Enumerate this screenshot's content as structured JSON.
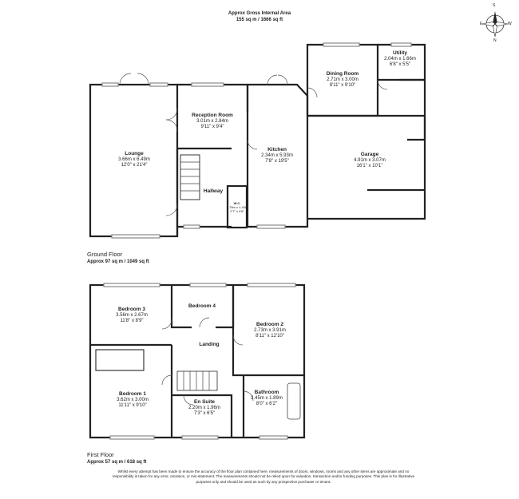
{
  "header": {
    "line1": "Approx Gross Internal Area",
    "line2": "155 sq m / 1666 sq ft"
  },
  "compass": {
    "n": "N",
    "s": "S",
    "e": "E",
    "w": "W"
  },
  "ground_floor": {
    "label": "Ground Floor",
    "area": "Approx 97 sq m / 1049 sq ft",
    "rooms": [
      {
        "name": "Lounge",
        "metric": "3.66m x 6.49m",
        "imperial": "12'0\" x 21'4\""
      },
      {
        "name": "Reception Room",
        "metric": "3.01m x 2.84m",
        "imperial": "9'11\" x 9'4\""
      },
      {
        "name": "Kitchen",
        "metric": "2.34m x 5.93m",
        "imperial": "7'8\" x 19'5\""
      },
      {
        "name": "Dining Room",
        "metric": "2.71m x 3.00m",
        "imperial": "8'11\" x 9'10\""
      },
      {
        "name": "Utility",
        "metric": "2.04m x 1.66m",
        "imperial": "6'8\" x 5'5\""
      },
      {
        "name": "Garage",
        "metric": "4.91m x 3.07m",
        "imperial": "16'1\" x 10'1\""
      },
      {
        "name": "Hallway",
        "metric": "",
        "imperial": ""
      },
      {
        "name": "W.C.",
        "metric": "0.78m x 1.43m",
        "imperial": "2'7\" x 4'8\""
      }
    ]
  },
  "first_floor": {
    "label": "First Floor",
    "area": "Approx 57 sq m / 618 sq ft",
    "rooms": [
      {
        "name": "Bedroom 3",
        "metric": "3.56m x 2.67m",
        "imperial": "11'8\" x 8'9\""
      },
      {
        "name": "Bedroom 4",
        "metric": "",
        "imperial": ""
      },
      {
        "name": "Bedroom 2",
        "metric": "2.73m x 3.91m",
        "imperial": "8'11\" x 12'10\""
      },
      {
        "name": "Landing",
        "metric": "",
        "imperial": ""
      },
      {
        "name": "Bedroom 1",
        "metric": "3.62m x 3.00m",
        "imperial": "11'11\" x 9'10\""
      },
      {
        "name": "En Suite",
        "metric": "2.20m x 1.96m",
        "imperial": "7'3\" x 6'5\""
      },
      {
        "name": "Bathroom",
        "metric": "2.45m x 1.89m",
        "imperial": "8'0\" x 6'2\""
      }
    ]
  },
  "disclaimer": "Whilst every attempt has been made to ensure the accuracy of the floor plan contained here, measurements of doors, windows, rooms and any other items are approximate and no responsibility is taken for any error, omission, or mis-statement. The measurements should not be relied upon for valuation, transaction and/or funding purposes. This plan is for illustrative purposes only and should be used as such by any prospective purchaser or tenant."
}
